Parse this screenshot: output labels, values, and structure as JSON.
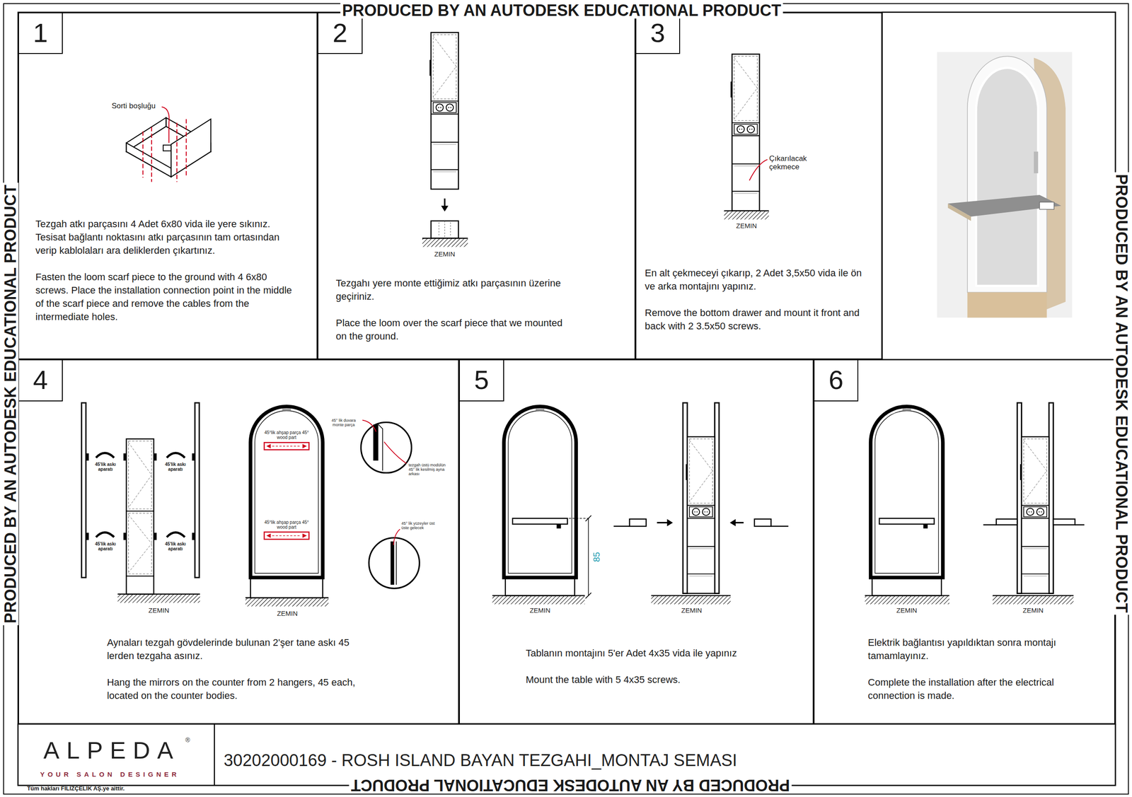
{
  "diagram": {
    "title": "30202000169 - ROSH ISLAND BAYAN TEZGAHI_MONTAJ SEMASI",
    "nodes": [
      {
        "text": [
          "Tezgah atkı parçasını 4 Adet 6x80 vida ile yere sıkınız. Tesisat bağlantı noktasını atkı parçasının tam ortasından verip kablolaları ara deliklerden çıkartınız.",
          "Fasten the loom scarf piece to the ground with 4 6x80 screws. Place the installation connection point in the middle of the scarf piece and remove the cables from the intermediate holes."
        ]
      },
      {
        "text": [
          "1"
        ],
        "in": 0
      },
      {
        "text": [
          "Tezgahı yere monte ettiğimiz atkı parçasının üzerine geçiriniz.",
          "Place the loom over the scarf piece that we mounted on the ground."
        ]
      },
      {
        "text": [
          "2"
        ],
        "in": 2
      },
      {
        "text": [
          "En alt çekmeceyi çıkarıp, 2 Adet 3,5x50 vida ile ön ve arka montajını yapınız.",
          "Remove the bottom drawer and mount it front and back with 2 3.5x50 screws."
        ]
      },
      {
        "text": [
          "3"
        ],
        "in": 4
      },
      {
        "text": [
          "Aynaları tezgah gövdelerinde bulunan 2'şer tane askı 45 lerden tezgaha asınız.",
          "Hang the mirrors on the counter from 2 hangers, 45 each, located on the counter bodies."
        ]
      },
      {
        "text": [
          "4"
        ],
        "in": 6
      },
      {
        "text": [
          "Tablanın montajını 5'er Adet 4x35 vida ile yapınız",
          "Mount the table with 5 4x35 screws."
        ]
      },
      {
        "text": [
          "5"
        ],
        "in": 8
      },
      {
        "text": [
          "Elektrik bağlantısı yapıldıktan sonra montajı tamamlayınız.",
          "Complete the installation after the electrical connection is made."
        ]
      },
      {
        "text": [
          "6"
        ],
        "in": 10
      }
    ],
    "labels": [
      "PRODUCED BY AN AUTODESK EDUCATIONAL PRODUCT",
      "PRODUCED BY AN AUTODESK EDUCATIONAL PRODUCT",
      "PRODUCED BY AN AUTODESK EDUCATIONAL PRODUCT",
      "PRODUCED BY AN AUTODESK EDUCATIONAL PRODUCT",
      "Sorti boşluğu",
      "ZEMIN",
      "Çıkarılacak çekmece",
      "ZEMIN",
      "45'lik askı aparatı",
      "45'lik askı aparatı",
      "45'lik askı aparatı",
      "45'lik askı aparatı",
      "ZEMIN",
      "45°lik ahşap parça 45° wood part",
      "45°lik ahşap parça 45° wood part",
      "ZEMIN",
      "45° lik duvara monte parça",
      "tezgah üstü modülün 45° lik kesilmiş ayna arkası",
      "45° lik yüzeyler üst üste gelecek",
      "85",
      "ZEMIN",
      "ZEMIN",
      "ZEMIN",
      "ZEMIN",
      "ALPEDA",
      "®",
      "YOUR SALON DESIGNER",
      "Tüm hakları FİLİZÇELİK AŞ.ye aittir."
    ]
  }
}
